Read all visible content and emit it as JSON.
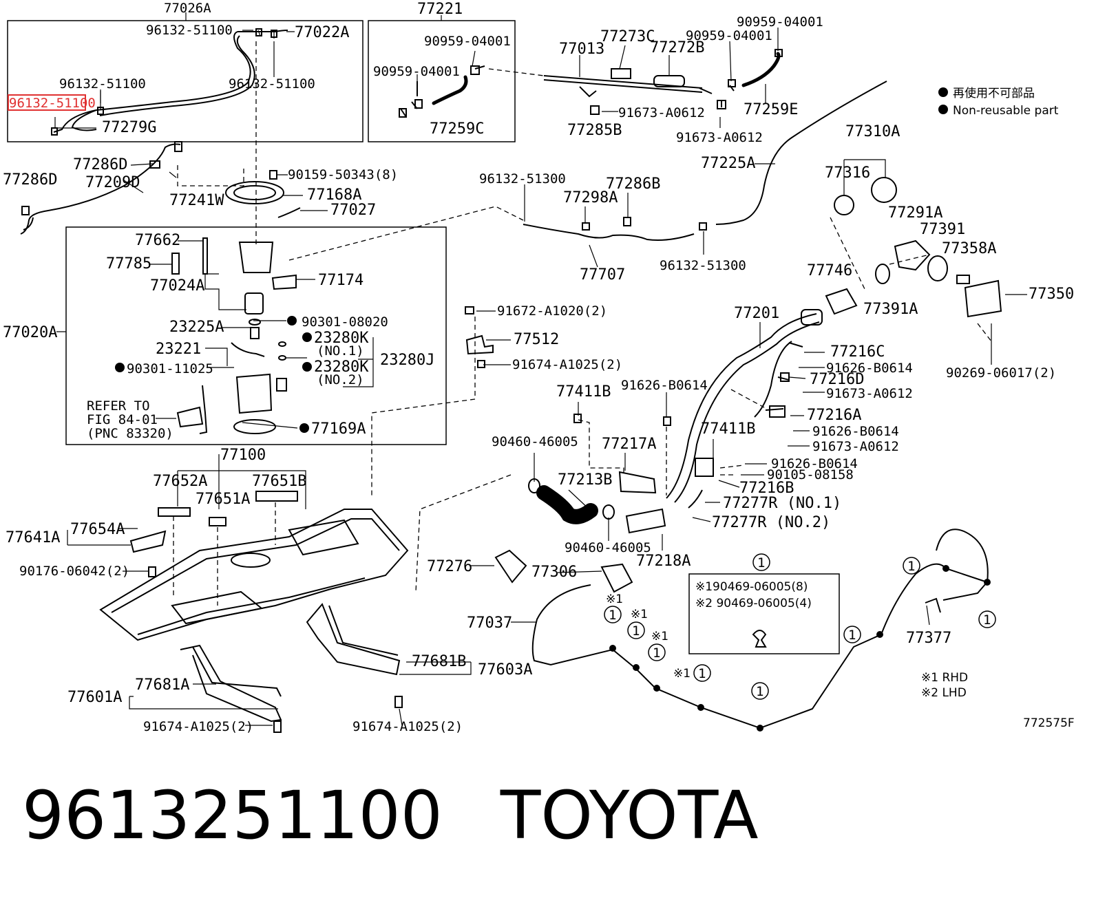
{
  "part_number": "9613251100",
  "brand": "TOYOTA",
  "highlighted_label": "96132-51100",
  "highlight_color": "#e03030",
  "legend": {
    "jp": "再使用不可部品",
    "en": "Non-reusable part",
    "rhd": "※1 RHD",
    "lhd": "※2 LHD",
    "box_line1": "※190469-06005(8)",
    "box_line2": "※2 90469-06005(4)"
  },
  "figure_code": "772575F",
  "refer": [
    "REFER TO",
    "FIG 84-01",
    "(PNC 83320)"
  ],
  "labels": {
    "l77026A": "77026A",
    "l96132_51100_a": "96132-51100",
    "l77022A": "77022A",
    "l96132_51100_b": "96132-51100",
    "l96132_51100_c": "96132-51100",
    "l77279G": "77279G",
    "l77221": "77221",
    "l90959_04001_a": "90959-04001",
    "l90959_04001_b": "90959-04001",
    "l77259C": "77259C",
    "l77013": "77013",
    "l77273C": "77273C",
    "l77272B": "77272B",
    "l90959_04001_c": "90959-04001",
    "l90959_04001_d": "90959-04001",
    "l91673_A0612_a": "91673-A0612",
    "l77285B": "77285B",
    "l91673_A0612_b": "91673-A0612",
    "l77259E": "77259E",
    "l77286D_a": "77286D",
    "l77286D_b": "77286D",
    "l77209D": "77209D",
    "l77241W": "77241W",
    "l90159_50343": "90159-50343(8)",
    "l77168A": "77168A",
    "l77027": "77027",
    "l96132_51300_a": "96132-51300",
    "l77298A": "77298A",
    "l77286B": "77286B",
    "l77707": "77707",
    "l96132_51300_b": "96132-51300",
    "l77225A": "77225A",
    "l77310A": "77310A",
    "l77316": "77316",
    "l77291A": "77291A",
    "l77391": "77391",
    "l77358A": "77358A",
    "l77746": "77746",
    "l77391A": "77391A",
    "l77350": "77350",
    "l77662": "77662",
    "l77785": "77785",
    "l77024A": "77024A",
    "l77174": "77174",
    "l77020A": "77020A",
    "l23225A": "23225A",
    "l90301_08020": "90301-08020",
    "l23221": "23221",
    "l23280K_1": "23280K",
    "l no1": "(NO.1)",
    "l90301_11025": "90301-11025",
    "l23280K_2": "23280K",
    "l no2": "(NO.2)",
    "l23280J": "23280J",
    "l77169A": "77169A",
    "l77100": "77100",
    "l91672_A1020": "91672-A1020(2)",
    "l77512": "77512",
    "l91674_A1025_a": "91674-A1025(2)",
    "l77201": "77201",
    "l77216C": "77216C",
    "l91626_B0614_a": "91626-B0614",
    "l77216D": "77216D",
    "l91673_A0612_c": "91673-A0612",
    "l90269_06017": "90269-06017(2)",
    "l77411B_a": "77411B",
    "l91626_B0614_b": "91626-B0614",
    "l77216A": "77216A",
    "l91626_B0614_c": "91626-B0614",
    "l91673_A0612_d": "91673-A0612",
    "l77411B_b": "77411B",
    "l91626_B0614_d": "91626-B0614",
    "l90105_08158": "90105-08158",
    "l77216B": "77216B",
    "l77277R_1": "77277R (NO.1)",
    "l77277R_2": "77277R (NO.2)",
    "l90460_46005_a": "90460-46005",
    "l77217A": "77217A",
    "l77213B": "77213B",
    "l90460_46005_b": "90460-46005",
    "l77218A": "77218A",
    "l77652A": "77652A",
    "l77651A": "77651A",
    "l77651B": "77651B",
    "l77641A": "77641A",
    "l77654A": "77654A",
    "l90176_06042": "90176-06042(2)",
    "l77276": "77276",
    "l77306": "77306",
    "l77037": "77037",
    "l77377": "77377",
    "l77601A": "77601A",
    "l77681A": "77681A",
    "l91674_A1025_b": "91674-A1025(2)",
    "l77681B": "77681B",
    "l77603A": "77603A",
    "l91674_A1025_c": "91674-A1025(2)",
    "circle": "1",
    "star1": "※1"
  }
}
